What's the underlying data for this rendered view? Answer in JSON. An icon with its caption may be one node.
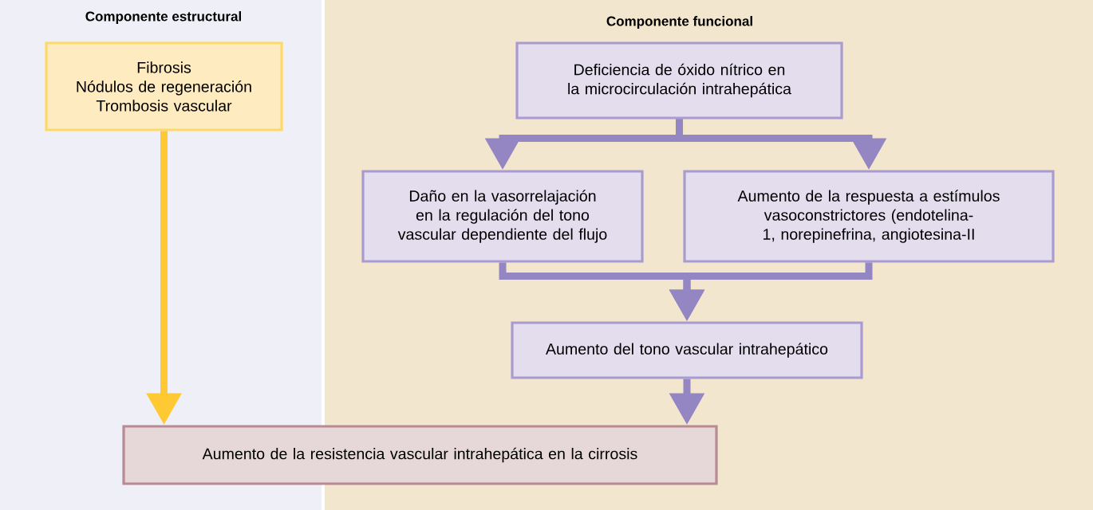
{
  "diagram": {
    "nodes": [
      {
        "text": [
          "Fibrosis",
          "Nódulos de regeneración",
          "Trombosis vascular"
        ]
      },
      {
        "text": [
          "Deficiencia de óxido nítrico en la microcirculación intrahepática"
        ]
      },
      {
        "text": [
          "Daño en la vasorrelajación en la regulación del tono vascular dependiente del flujo"
        ]
      },
      {
        "text": [
          "Aumento de la respuesta a estímulos vasoconstrictores (endotelina-1, norepinefrina, angiotesina-II"
        ]
      },
      {
        "text": [
          "Aumento del tono vascular intrahepático"
        ]
      },
      {
        "text": [
          "Aumento de la resistencia vascular intrahepática en la cirrosis"
        ]
      }
    ],
    "edges": [
      {
        "from": 1,
        "to": 2,
        "arrow": "to"
      },
      {
        "from": 1,
        "to": 3,
        "arrow": "to"
      },
      {
        "from": 2,
        "to": 4,
        "arrow": "to"
      },
      {
        "from": 3,
        "to": 4,
        "arrow": "to"
      },
      {
        "from": 4,
        "to": 5,
        "arrow": "to"
      },
      {
        "from": 0,
        "to": 5,
        "arrow": "to",
        "color": "#ffc933"
      }
    ],
    "labels": [
      "Componente estructural",
      "Componente funcional"
    ]
  }
}
